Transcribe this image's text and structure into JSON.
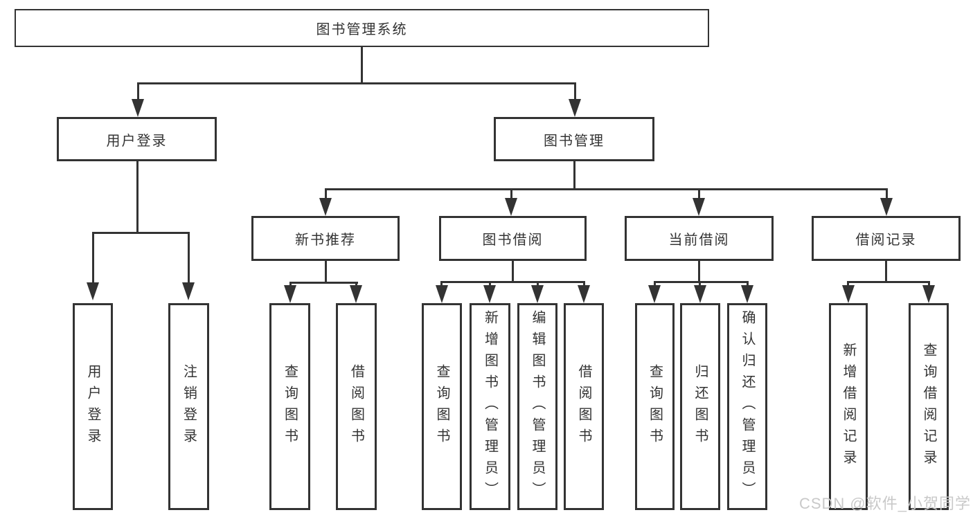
{
  "nodes": {
    "root": {
      "label": "图书管理系统"
    },
    "user_login": {
      "label": "用户登录"
    },
    "book_mgmt": {
      "label": "图书管理"
    },
    "new_book_rec": {
      "label": "新书推荐"
    },
    "book_borrow": {
      "label": "图书借阅"
    },
    "current_borrow": {
      "label": "当前借阅"
    },
    "borrow_record": {
      "label": "借阅记录"
    },
    "leaf_user_login": {
      "label": "用户登录"
    },
    "leaf_logout": {
      "label": "注销登录"
    },
    "leaf_nb_query": {
      "label": "查询图书"
    },
    "leaf_nb_borrow": {
      "label": "借阅图书"
    },
    "leaf_bb_query": {
      "label": "查询图书"
    },
    "leaf_bb_add": {
      "label": "新增图书（管理员）"
    },
    "leaf_bb_edit": {
      "label": "编辑图书（管理员）"
    },
    "leaf_bb_borrow": {
      "label": "借阅图书"
    },
    "leaf_cb_query": {
      "label": "查询图书"
    },
    "leaf_cb_return": {
      "label": "归还图书"
    },
    "leaf_cb_confirm": {
      "label": "确认归还（管理员）"
    },
    "leaf_br_add": {
      "label": "新增借阅记录"
    },
    "leaf_br_query": {
      "label": "查询借阅记录"
    }
  },
  "watermark": "CSDN @软件_小贺同学",
  "colors": {
    "line": "#333333",
    "text": "#333333",
    "watermark": "#c9c9c9",
    "background": "#ffffff"
  }
}
